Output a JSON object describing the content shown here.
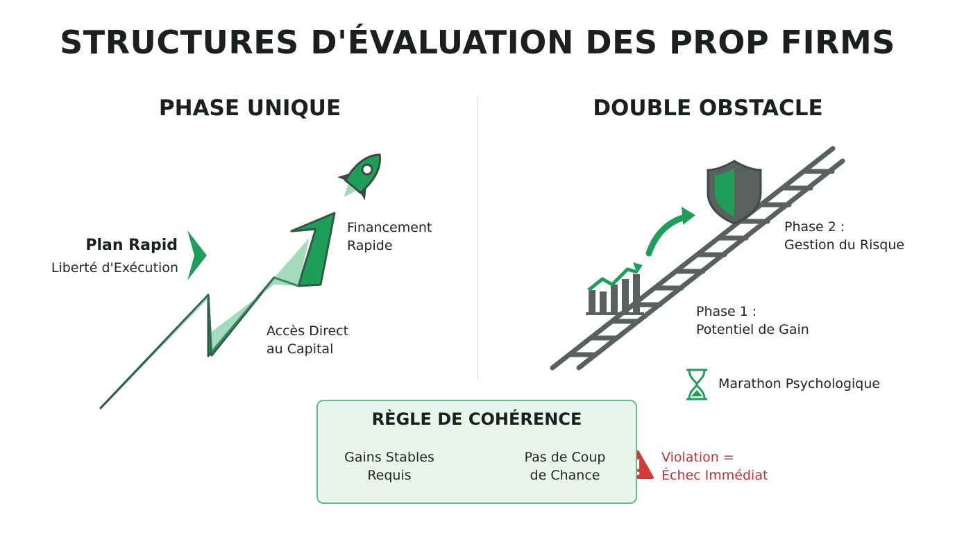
{
  "title": "STRUCTURES D'ÉVALUATION DES PROP FIRMS",
  "left_panel": {
    "heading": "PHASE UNIQUE",
    "plan_title": "Plan Rapid",
    "plan_subtitle": "Liberté d'Exécution",
    "funding_line1": "Financement",
    "funding_line2": "Rapide",
    "access_line1": "Accès Direct",
    "access_line2": "au Capital"
  },
  "right_panel": {
    "heading": "DOUBLE OBSTACLE",
    "phase2_line1": "Phase 2 :",
    "phase2_line2": "Gestion du Risque",
    "phase1_line1": "Phase 1 :",
    "phase1_line2": "Potentiel de Gain",
    "marathon": "Marathon Psychologique"
  },
  "rule": {
    "title": "RÈGLE DE COHÉRENCE",
    "left_line1": "Gains Stables",
    "left_line2": "Requis",
    "right_line1": "Pas de Coup",
    "right_line2": "de Chance",
    "violation_line1": "Violation =",
    "violation_line2": "Échec Immédiat"
  },
  "colors": {
    "green": "#1f9e5a",
    "dark_green": "#2e5a46",
    "grey": "#5a605d",
    "red": "#d63a3a"
  }
}
